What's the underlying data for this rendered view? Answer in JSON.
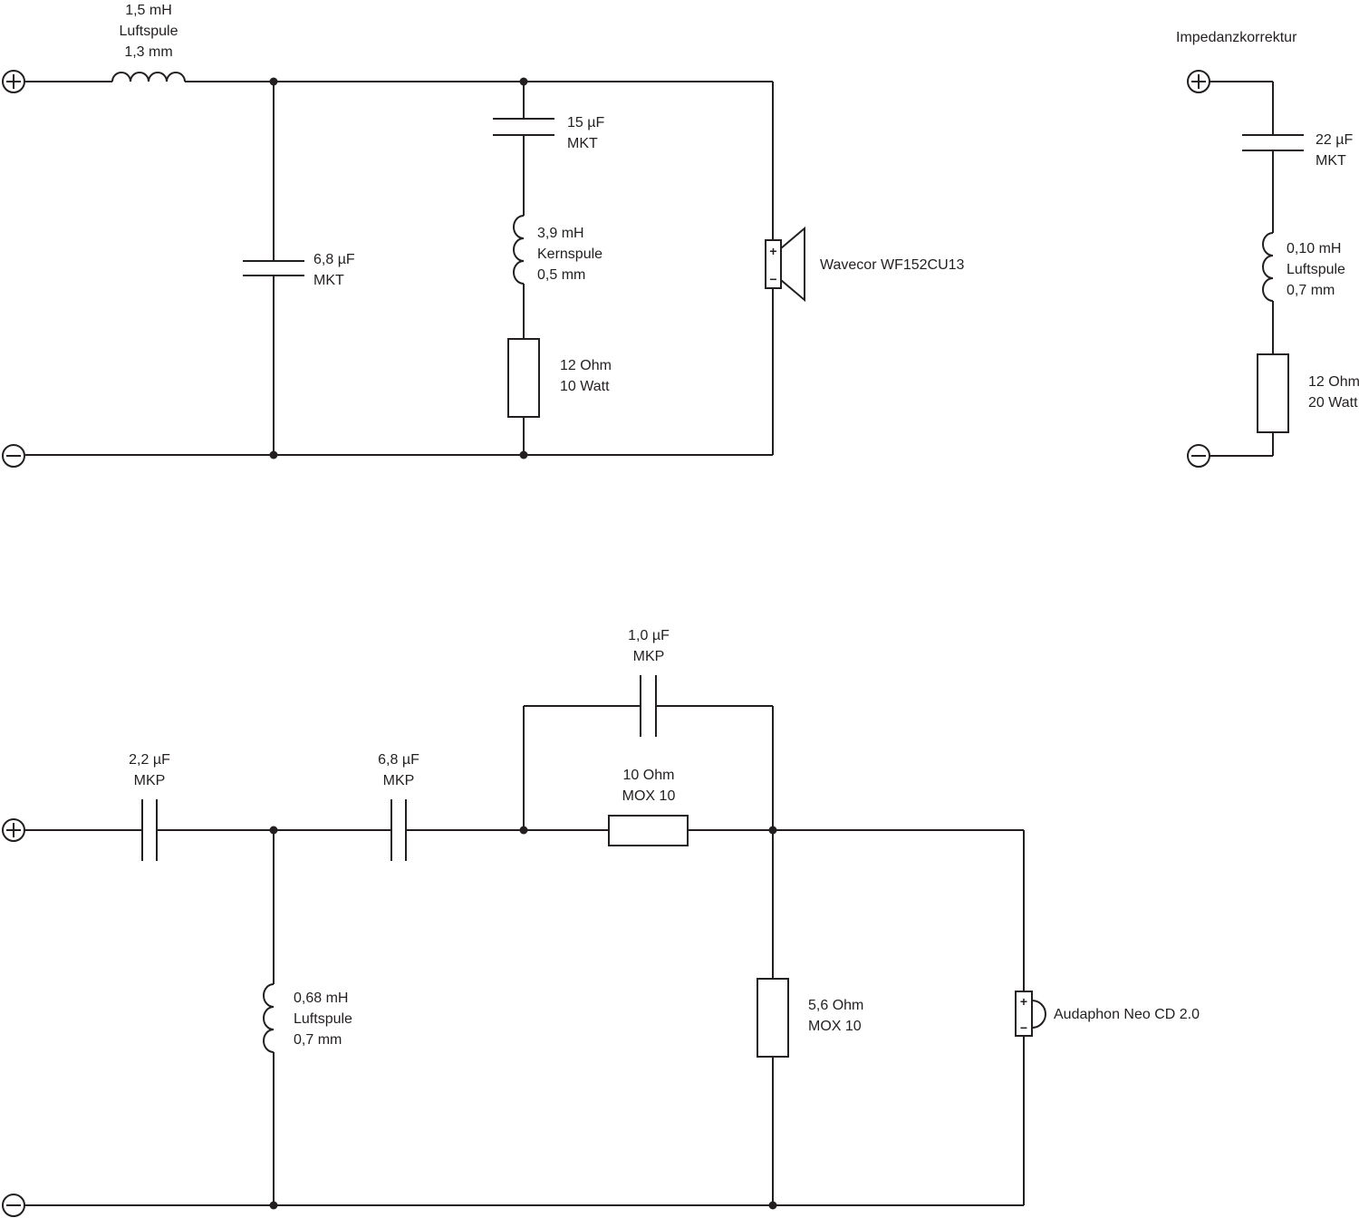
{
  "woofer": {
    "series_coil": {
      "value": "1,5 mH",
      "type": "Luftspule",
      "wire": "1,3 mm"
    },
    "shunt_cap": {
      "value": "6,8 µF",
      "type": "MKT"
    },
    "notch_cap": {
      "value": "15 µF",
      "type": "MKT"
    },
    "notch_coil": {
      "value": "3,9 mH",
      "type": "Kernspule",
      "wire": "0,5 mm"
    },
    "notch_res": {
      "value": "12 Ohm",
      "power": "10 Watt"
    },
    "driver": {
      "name": "Wavecor WF152CU13"
    }
  },
  "impedance_correction": {
    "title": "Impedanzkorrektur",
    "cap": {
      "value": "22 µF",
      "type": "MKT"
    },
    "coil": {
      "value": "0,10 mH",
      "type": "Luftspule",
      "wire": "0,7 mm"
    },
    "res": {
      "value": "12 Ohm",
      "power": "20 Watt"
    }
  },
  "tweeter": {
    "cap1": {
      "value": "2,2 µF",
      "type": "MKP"
    },
    "coil": {
      "value": "0,68 mH",
      "type": "Luftspule",
      "wire": "0,7 mm"
    },
    "cap2": {
      "value": "6,8 µF",
      "type": "MKP"
    },
    "bypass_cap": {
      "value": "1,0 µF",
      "type": "MKP"
    },
    "series_res": {
      "value": "10 Ohm",
      "type": "MOX 10"
    },
    "shunt_res": {
      "value": "5,6 Ohm",
      "type": "MOX 10"
    },
    "driver": {
      "name": "Audaphon Neo CD 2.0"
    }
  },
  "symbols": {
    "terminal_plus": "⊕",
    "terminal_minus": "⊖",
    "plus": "+",
    "minus": "−"
  }
}
